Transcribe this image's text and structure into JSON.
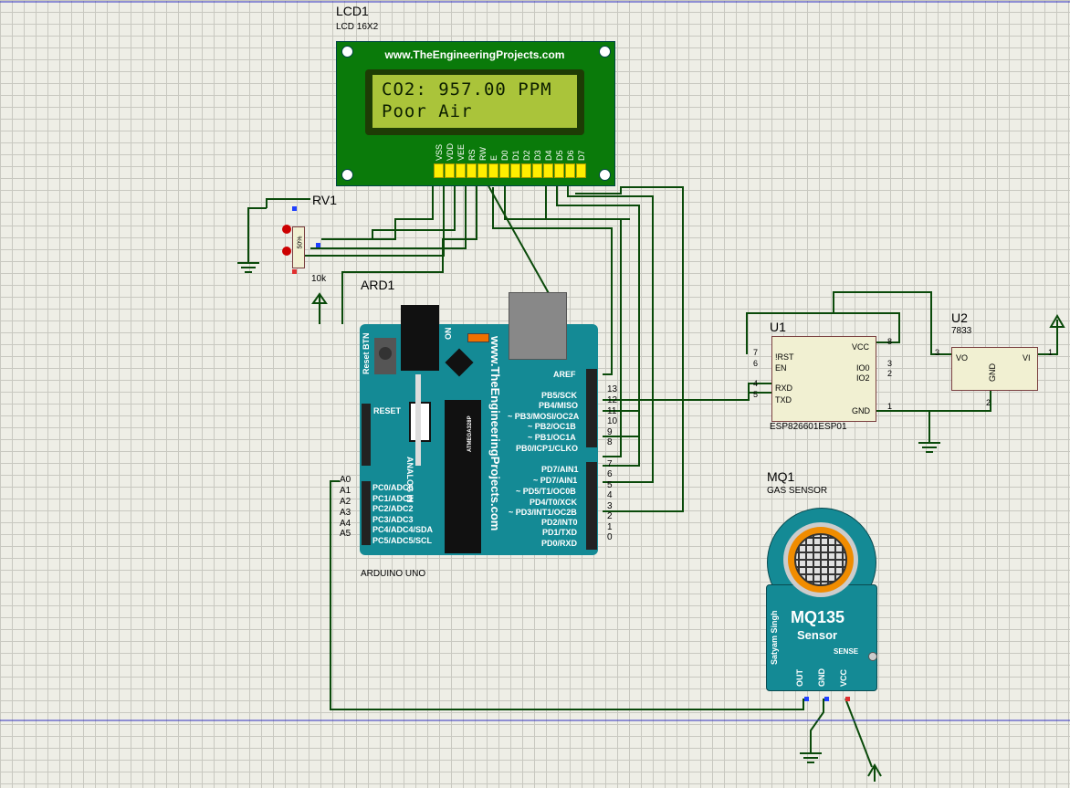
{
  "lcd": {
    "ref": "LCD1",
    "type": "LCD 16X2",
    "url": "www.TheEngineeringProjects.com",
    "line1": "CO2: 957.00 PPM",
    "line2": "Poor Air",
    "pins": [
      "VSS",
      "VDD",
      "VEE",
      "RS",
      "RW",
      "E",
      "D0",
      "D1",
      "D2",
      "D3",
      "D4",
      "D5",
      "D6",
      "D7"
    ]
  },
  "pot": {
    "ref": "RV1",
    "value": "10k",
    "scale": "50%"
  },
  "arduino": {
    "ref": "ARD1",
    "name": "ARDUINO UNO",
    "url": "www.TheEngineeringProjects.com",
    "chip": "ATMEGA328P",
    "reset_btn": "Reset BTN",
    "reset": "RESET",
    "analog_in": "ANALOG IN",
    "on": "ON",
    "aref": "AREF",
    "digital_top": [
      {
        "label": "PB5/SCK",
        "num": "13"
      },
      {
        "label": "PB4/MISO",
        "num": "12"
      },
      {
        "label": "~ PB3/MOSI/OC2A",
        "num": "11"
      },
      {
        "label": "~ PB2/OC1B",
        "num": "10"
      },
      {
        "label": "~ PB1/OC1A",
        "num": "9"
      },
      {
        "label": "PB0/ICP1/CLKO",
        "num": "8"
      }
    ],
    "digital_bottom": [
      {
        "label": "PD7/AIN1",
        "num": "7"
      },
      {
        "label": "~ PD7/AIN1",
        "num": "6"
      },
      {
        "label": "~ PD5/T1/OC0B",
        "num": "5"
      },
      {
        "label": "PD4/T0/XCK",
        "num": "4"
      },
      {
        "label": "~ PD3/INT1/OC2B",
        "num": "3"
      },
      {
        "label": "PD2/INT0",
        "num": "2"
      },
      {
        "label": "PD1/TXD",
        "num": "1"
      },
      {
        "label": "PD0/RXD",
        "num": "0"
      }
    ],
    "analog": [
      {
        "pin": "A0",
        "label": "PC0/ADC0"
      },
      {
        "pin": "A1",
        "label": "PC1/ADC1"
      },
      {
        "pin": "A2",
        "label": "PC2/ADC2"
      },
      {
        "pin": "A3",
        "label": "PC3/ADC3"
      },
      {
        "pin": "A4",
        "label": "PC4/ADC4/SDA"
      },
      {
        "pin": "A5",
        "label": "PC5/ADC5/SCL"
      }
    ]
  },
  "esp": {
    "ref": "U1",
    "name": "ESP826601ESP01",
    "left_pins": [
      {
        "num": "7",
        "label": "!RST"
      },
      {
        "num": "6",
        "label": "EN"
      },
      {
        "num": "4",
        "label": "RXD"
      },
      {
        "num": "5",
        "label": "TXD"
      }
    ],
    "right_pins": [
      {
        "num": "8",
        "label": "VCC"
      },
      {
        "num": "3",
        "label": "IO0"
      },
      {
        "num": "2",
        "label": "IO2"
      },
      {
        "num": "1",
        "label": "GND"
      }
    ]
  },
  "regulator": {
    "ref": "U2",
    "part": "7833",
    "vo": "VO",
    "vi": "VI",
    "gnd": "GND",
    "vo_pin": "3",
    "vi_pin": "1",
    "gnd_pin": "2"
  },
  "sensor": {
    "ref": "MQ1",
    "type": "GAS SENSOR",
    "model": "MQ135",
    "subtitle": "Sensor",
    "author": "Satyam Singh",
    "sense": "SENSE",
    "out": "OUT",
    "gnd": "GND",
    "vcc": "VCC"
  }
}
